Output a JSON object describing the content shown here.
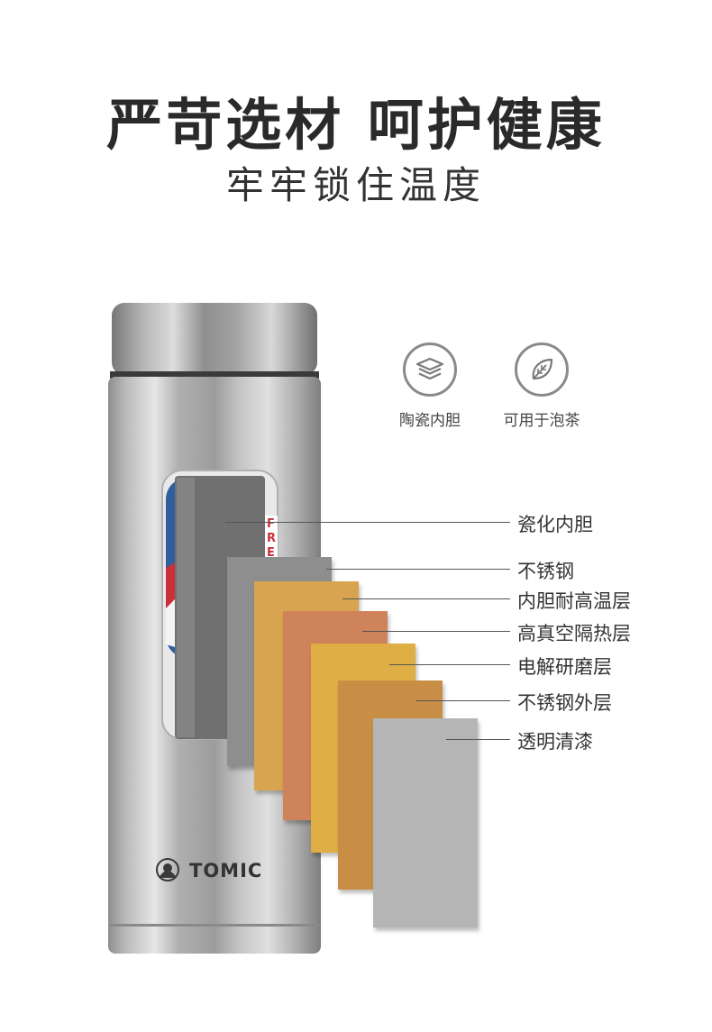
{
  "headline": {
    "title": "严苛选材 呵护健康",
    "subtitle": "牢牢锁住温度"
  },
  "features": [
    {
      "icon": "layers-icon",
      "label": "陶瓷内胆"
    },
    {
      "icon": "leaf-icon",
      "label": "可用于泡茶"
    }
  ],
  "product": {
    "brand": "TOMIC",
    "sticker_text": "FRE"
  },
  "layers": [
    {
      "label": "瓷化内胆",
      "color": "#6f6f6f"
    },
    {
      "label": "不锈钢",
      "color": "#8e8e8e"
    },
    {
      "label": "内胆耐高温层",
      "color": "#d8a44f"
    },
    {
      "label": "高真空隔热层",
      "color": "#cf835a"
    },
    {
      "label": "电解研磨层",
      "color": "#dfae45"
    },
    {
      "label": "不锈钢外层",
      "color": "#c88e45"
    },
    {
      "label": "透明清漆",
      "color": "#b5b5b5"
    }
  ],
  "colors": {
    "steel": "#b8b8b8",
    "text": "#2a2a2a"
  }
}
